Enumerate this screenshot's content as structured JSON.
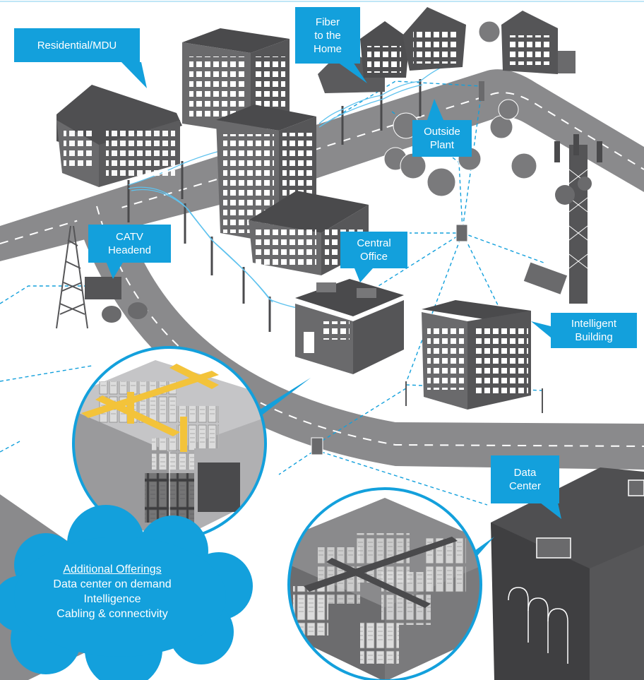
{
  "labels": {
    "residential": "Residential/MDU",
    "fiber": [
      "Fiber",
      "to the",
      "Home"
    ],
    "outside_plant": [
      "Outside",
      "Plant"
    ],
    "catv": [
      "CATV",
      "Headend"
    ],
    "central_office": [
      "Central",
      "Office"
    ],
    "intelligent_building": [
      "Intelligent",
      "Building"
    ],
    "data_center": [
      "Data",
      "Center"
    ]
  },
  "offerings": {
    "heading": "Additional  Offerings",
    "items": [
      "Data center on demand",
      "Intelligence",
      "Cabling & connectivity"
    ]
  },
  "colors": {
    "accent": "#13a0dc",
    "building": "#5f5f61",
    "road": "#8a8a8c",
    "cable": "#5ec2ee"
  }
}
